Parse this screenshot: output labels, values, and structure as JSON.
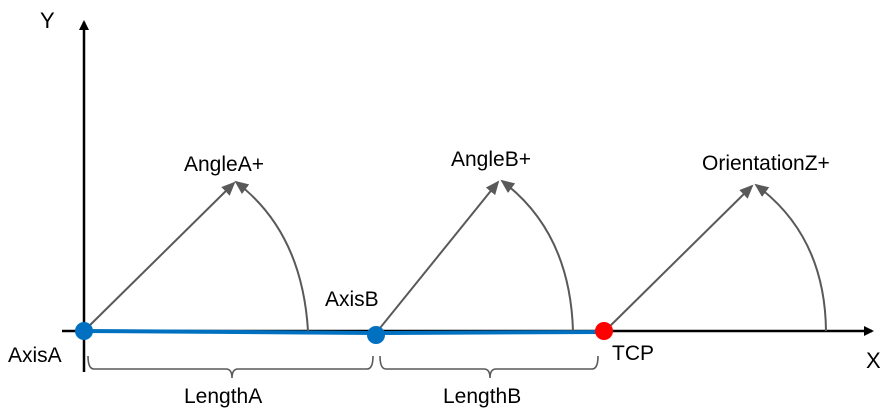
{
  "diagram": {
    "axes": {
      "x_label": "X",
      "y_label": "Y"
    },
    "joints": [
      {
        "id": "axis-a",
        "label": "AxisA",
        "color": "#0070C0"
      },
      {
        "id": "axis-b",
        "label": "AxisB",
        "color": "#0070C0"
      },
      {
        "id": "tcp",
        "label": "TCP",
        "color": "#FF0000"
      }
    ],
    "angles": [
      {
        "id": "angle-a",
        "label": "AngleA+"
      },
      {
        "id": "angle-b",
        "label": "AngleB+"
      },
      {
        "id": "orientation-z",
        "label": "OrientationZ+"
      }
    ],
    "lengths": [
      {
        "id": "length-a",
        "label": "LengthA"
      },
      {
        "id": "length-b",
        "label": "LengthB"
      }
    ],
    "colors": {
      "link": "#0070C0",
      "tcp": "#FF0000",
      "arrow": "#595959",
      "axis": "#000000"
    }
  }
}
